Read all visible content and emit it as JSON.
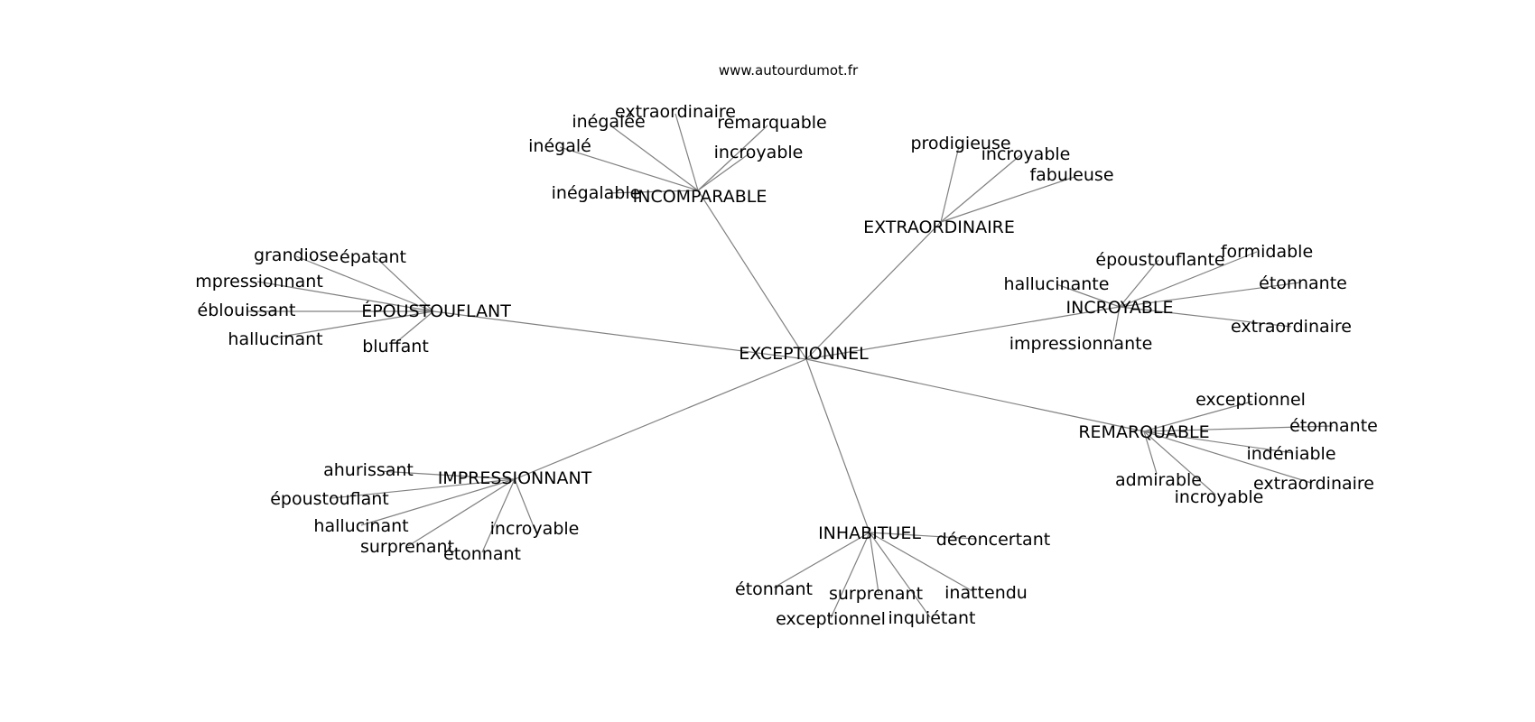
{
  "site": "www.autourdumot.fr",
  "center": "EXCEPTIONNEL",
  "clusters": [
    {
      "label": "INCOMPARABLE",
      "synonyms": [
        "extraordinaire",
        "inégalée",
        "remarquable",
        "inégalé",
        "incroyable",
        "inégalable"
      ]
    },
    {
      "label": "EXTRAORDINAIRE",
      "synonyms": [
        "prodigieuse",
        "incroyable",
        "fabuleuse"
      ]
    },
    {
      "label": "ÉPOUSTOUFLANT",
      "synonyms": [
        "grandiose",
        "épatant",
        "mpressionnant",
        "éblouissant",
        "hallucinant",
        "bluffant"
      ]
    },
    {
      "label": "INCROYABLE",
      "synonyms": [
        "époustouflante",
        "formidable",
        "hallucinante",
        "étonnante",
        "extraordinaire",
        "impressionnante"
      ]
    },
    {
      "label": "REMARQUABLE",
      "synonyms": [
        "exceptionnel",
        "étonnante",
        "indéniable",
        "admirable",
        "extraordinaire",
        "incroyable"
      ]
    },
    {
      "label": "IMPRESSIONNANT",
      "synonyms": [
        "ahurissant",
        "époustouflant",
        "hallucinant",
        "incroyable",
        "surprenant",
        "étonnant"
      ]
    },
    {
      "label": "INHABITUEL",
      "synonyms": [
        "déconcertant",
        "étonnant",
        "surprenant",
        "inattendu",
        "exceptionnel",
        "inquiétant"
      ]
    }
  ]
}
